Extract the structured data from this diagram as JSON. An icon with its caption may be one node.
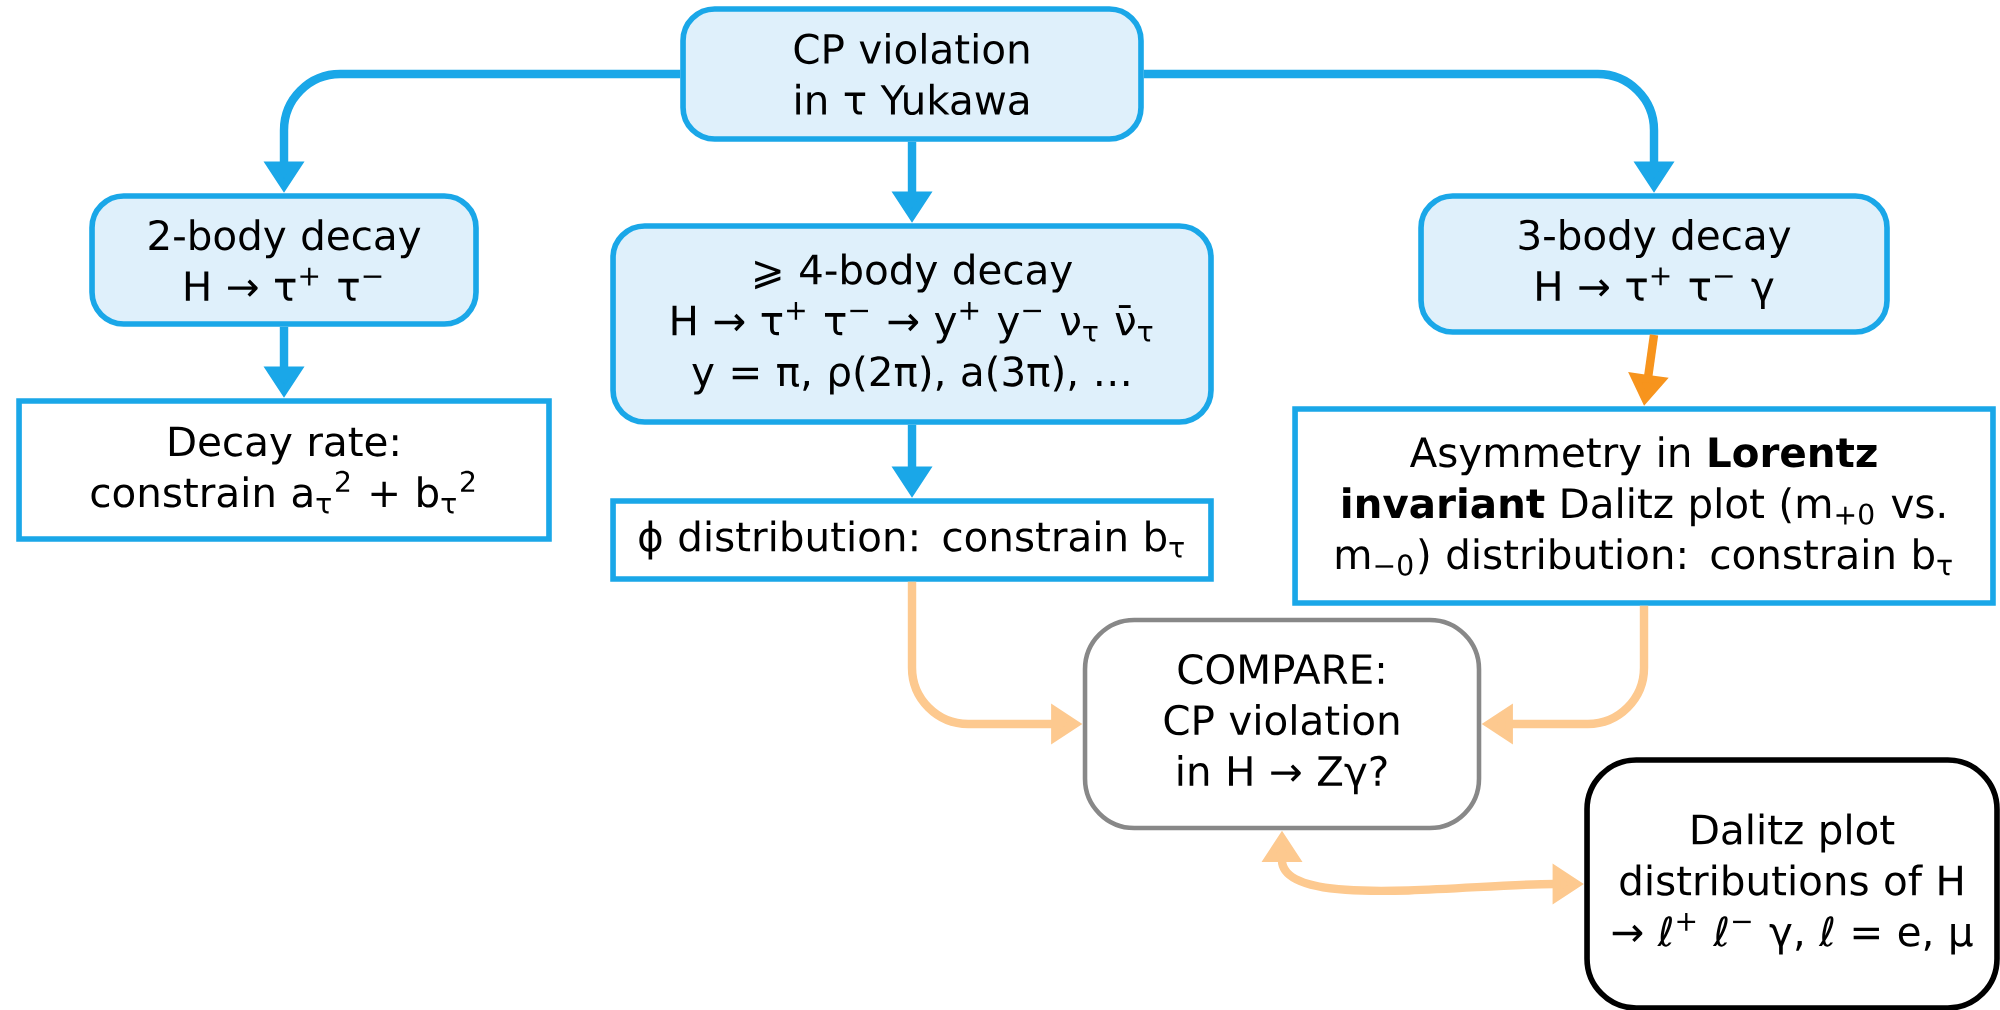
{
  "diagram": {
    "nodes": [
      {
        "text": [
          "CP violation in τ Yukawa"
        ]
      },
      {
        "text": [
          "2-body decay",
          "H → τ$^{+}$ τ$^{−}$"
        ]
      },
      {
        "text": [
          "⩾ 4-body decay",
          "H → τ$^{+}$ τ$^{−}$ → y$^{+}$ y$^{−}$ ν$_{τ}$ ν̄$_{τ}$",
          "y = π, ρ(2π), a(3π), …"
        ]
      },
      {
        "text": [
          "3-body decay",
          "H → τ$^{+}$ τ$^{−}$ γ"
        ]
      },
      {
        "text": [
          "Decay rate: constrain a$_{τ}$$^{2}$ + b$_{τ}$$^{2}$"
        ]
      },
      {
        "text": [
          "ϕ distribution: constrain b$_{τ}$"
        ]
      },
      {
        "text": [
          "Asymmetry in **Lorentz invariant** Dalitz plot (m$_{+0}$ vs. m$_{−0}$) distribution: constrain b$_{τ}$"
        ]
      },
      {
        "text": [
          "COMPARE: CP violation in H → Zγ?"
        ]
      },
      {
        "text": [
          "Dalitz plot distributions of H → ℓ$^{+}$ ℓ$^{−}$ γ, ℓ = e, μ"
        ]
      }
    ],
    "edges": [
      {
        "from": 0,
        "to": 1,
        "arrow": "to"
      },
      {
        "from": 0,
        "to": 2,
        "arrow": "to"
      },
      {
        "from": 0,
        "to": 3,
        "arrow": "to"
      },
      {
        "from": 1,
        "to": 4,
        "arrow": "to"
      },
      {
        "from": 2,
        "to": 5,
        "arrow": "to"
      },
      {
        "from": 3,
        "to": 6,
        "arrow": "to",
        "color": "#f7941d"
      },
      {
        "from": 5,
        "to": 7,
        "arrow": "to",
        "color": "#fdc98f"
      },
      {
        "from": 6,
        "to": 7,
        "arrow": "to",
        "color": "#fdc98f"
      },
      {
        "from": 7,
        "to": 8,
        "arrow": "both",
        "color": "#fdc98f"
      }
    ]
  }
}
